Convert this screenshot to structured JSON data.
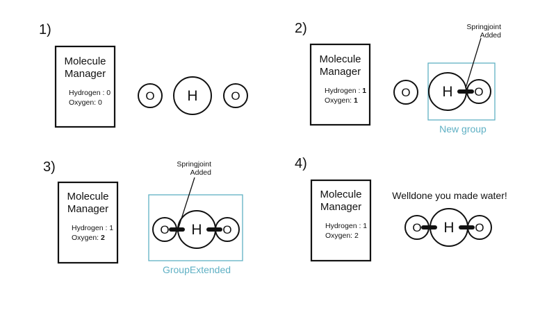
{
  "palette": {
    "ink": "#111111",
    "group_accent": "#5fb0c4",
    "background": "#ffffff"
  },
  "panels": [
    {
      "step": "1)",
      "manager": {
        "title_line1": "Molecule",
        "title_line2": "Manager",
        "hydrogen_label": "Hydrogen : ",
        "hydrogen_value": "0",
        "oxygen_label": "Oxygen: ",
        "oxygen_value": "0",
        "hydrogen_bold": false,
        "oxygen_bold": false
      },
      "atoms": {
        "left_o": "O",
        "h": "H",
        "right_o": "O"
      }
    },
    {
      "step": "2)",
      "manager": {
        "title_line1": "Molecule",
        "title_line2": "Manager",
        "hydrogen_label": "Hydrogen : ",
        "hydrogen_value": "1",
        "oxygen_label": "Oxygen: ",
        "oxygen_value": "1",
        "hydrogen_bold": true,
        "oxygen_bold": true
      },
      "atoms": {
        "left_o": "O",
        "h": "H",
        "right_o": "O"
      },
      "annotation": {
        "line1": "Springjoint",
        "line2": "Added"
      },
      "group_label": "New group"
    },
    {
      "step": "3)",
      "manager": {
        "title_line1": "Molecule",
        "title_line2": "Manager",
        "hydrogen_label": "Hydrogen : ",
        "hydrogen_value": "1",
        "oxygen_label": "Oxygen: ",
        "oxygen_value": "2",
        "hydrogen_bold": false,
        "oxygen_bold": true
      },
      "atoms": {
        "left_o": "O",
        "h": "H",
        "right_o": "O"
      },
      "annotation": {
        "line1": "Springjoint",
        "line2": "Added"
      },
      "group_label": "GroupExtended"
    },
    {
      "step": "4)",
      "manager": {
        "title_line1": "Molecule",
        "title_line2": "Manager",
        "hydrogen_label": "Hydrogen : ",
        "hydrogen_value": "1",
        "oxygen_label": "Oxygen: ",
        "oxygen_value": "2",
        "hydrogen_bold": false,
        "oxygen_bold": false
      },
      "atoms": {
        "left_o": "O",
        "h": "H",
        "right_o": "O"
      },
      "success_message": "Welldone you made water!"
    }
  ]
}
